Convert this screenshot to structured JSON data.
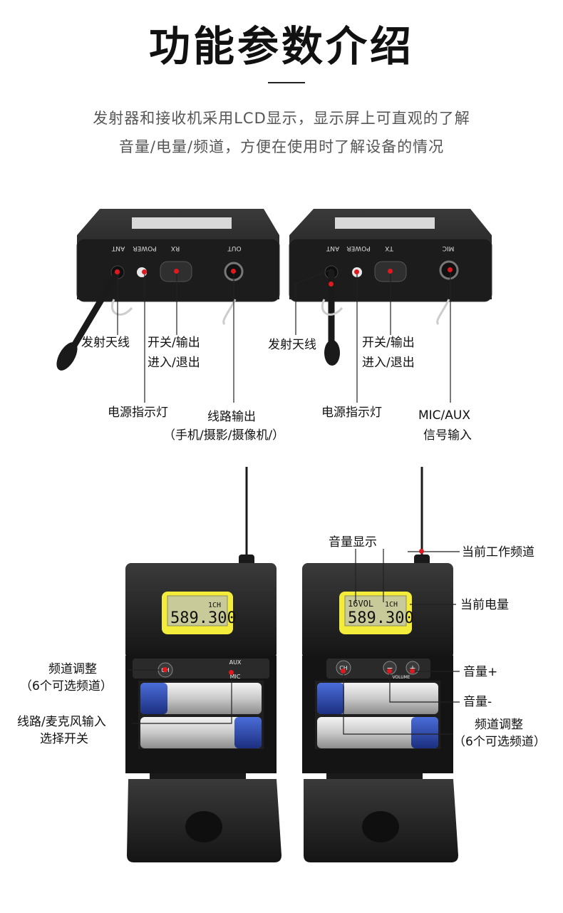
{
  "title": "功能参数介绍",
  "intro": {
    "line1": "发射器和接收机采用LCD显示，显示屏上可直观的了解",
    "line2": "音量/电量/频道，方便在使用时了解设备的情况"
  },
  "receiver_top": {
    "panel_labels": {
      "ant": "ANT",
      "power": "POWER",
      "mode": "RX",
      "jack": "OUT"
    },
    "callouts": {
      "antenna": "发射天线",
      "switch_1": "开关/输出",
      "switch_2": "进入/退出",
      "power_led": "电源指示灯",
      "output_1": "线路输出",
      "output_2": "（手机/摄影/摄像机/）"
    }
  },
  "transmitter_top": {
    "panel_labels": {
      "ant": "ANT",
      "power": "POWER",
      "mode": "TX",
      "jack": "MIC"
    },
    "callouts": {
      "antenna": "发射天线",
      "switch_1": "开关/输出",
      "switch_2": "进入/退出",
      "power_led": "电源指示灯",
      "input_1": "MIC/AUX",
      "input_2": "信号输入"
    }
  },
  "receiver_open": {
    "lcd": {
      "channel": "1",
      "channel_unit": "CH",
      "frequency": "589.300"
    },
    "buttons": {
      "ch": "CH",
      "aux": "AUX",
      "mic": "MIC"
    },
    "callouts": {
      "channel_adjust_1": "频道调整",
      "channel_adjust_2": "（6个可选频道）",
      "input_select_1": "线路/麦克风输入",
      "input_select_2": "选择开关"
    }
  },
  "transmitter_open": {
    "lcd": {
      "volume": "16",
      "volume_unit": "VOL",
      "channel": "1",
      "channel_unit": "CH",
      "frequency": "589.300"
    },
    "buttons": {
      "ch": "CH",
      "minus": "−",
      "plus": "+",
      "volume": "VOLUME"
    },
    "callouts": {
      "volume_display": "音量显示",
      "current_channel": "当前工作频道",
      "current_battery": "当前电量",
      "volume_up": "音量+",
      "volume_down": "音量-",
      "channel_adjust_1": "频道调整",
      "channel_adjust_2": "（6个可选频道）"
    }
  },
  "colors": {
    "accent": "#e0191e",
    "lcd": "#f3ec3a",
    "device": "#1e1e1e"
  }
}
